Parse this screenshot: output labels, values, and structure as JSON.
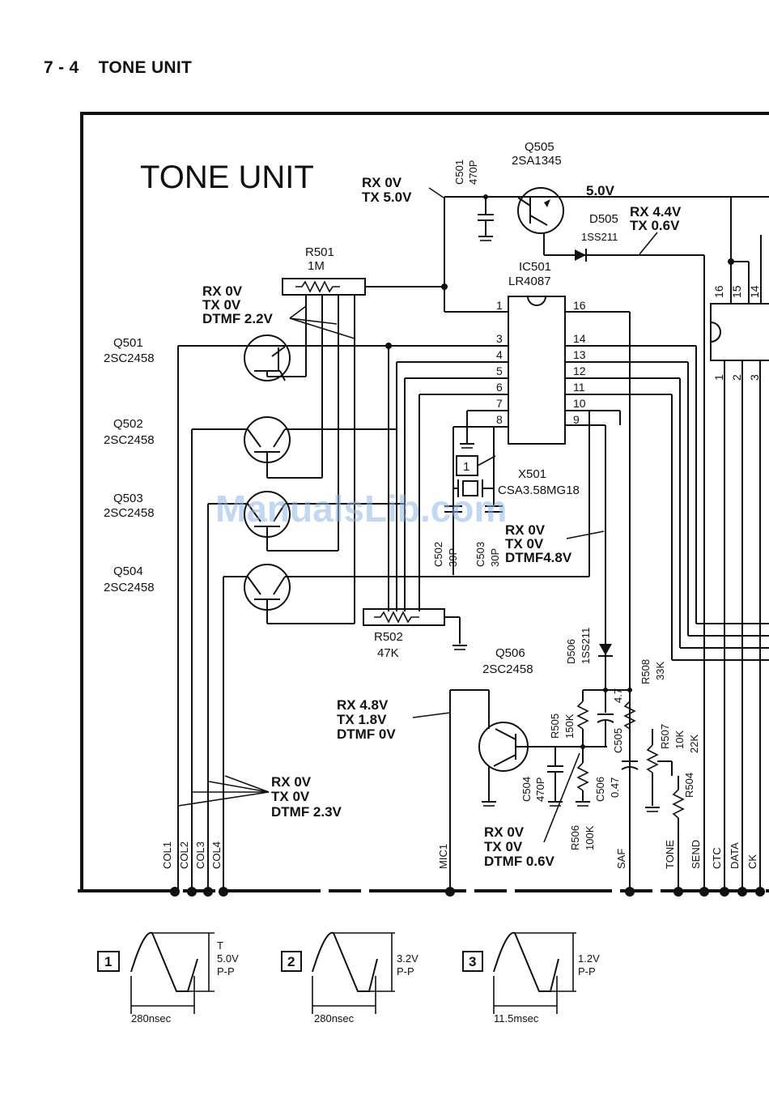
{
  "header": {
    "number": "7 - 4",
    "title": "TONE UNIT"
  },
  "diagram_title": "TONE UNIT",
  "watermark": "ManualsLib.com",
  "components": {
    "q505": {
      "ref": "Q505",
      "part": "2SA1345"
    },
    "c501": {
      "ref": "C501",
      "value": "470P"
    },
    "d505": {
      "ref": "D505",
      "part": "1SS211"
    },
    "r501": {
      "ref": "R501",
      "value": "1M"
    },
    "ic501": {
      "ref": "IC501",
      "part": "LR4087"
    },
    "q501": {
      "ref": "Q501",
      "part": "2SC2458"
    },
    "q502": {
      "ref": "Q502",
      "part": "2SC2458"
    },
    "q503": {
      "ref": "Q503",
      "part": "2SC2458"
    },
    "q504": {
      "ref": "Q504",
      "part": "2SC2458"
    },
    "x501": {
      "ref": "X501",
      "part": "CSA3.58MG18"
    },
    "c502": {
      "ref": "C502",
      "value": "39P"
    },
    "c503": {
      "ref": "C503",
      "value": "30P"
    },
    "r502": {
      "ref": "R502",
      "value": "47K"
    },
    "q506": {
      "ref": "Q506",
      "part": "2SC2458"
    },
    "d506": {
      "ref": "D506",
      "part": "1SS211"
    },
    "r508": {
      "ref": "R508",
      "value": "33K"
    },
    "r505": {
      "ref": "R505",
      "value": "150K"
    },
    "c505": {
      "ref": "C505",
      "value": "4.7"
    },
    "r507": {
      "ref": "R507",
      "value": "10K"
    },
    "c504": {
      "ref": "C504",
      "value": "470P"
    },
    "c506": {
      "ref": "C506",
      "value": "0.47"
    },
    "r504": {
      "ref": "R504",
      "value": "22K"
    },
    "r506": {
      "ref": "R506",
      "value": "100K"
    }
  },
  "voltages": {
    "supply_in": [
      "RX 0V",
      "TX 5.0V"
    ],
    "rail": "5.0V",
    "d505_note": [
      "RX 4.4V",
      "TX 0.6V"
    ],
    "r501_note": [
      "RX 0V",
      "TX 0V",
      "DTMF 2.2V"
    ],
    "pin9_note": [
      "RX 0V",
      "TX 0V",
      "DTMF4.8V"
    ],
    "mic_note": [
      "RX 4.8V",
      "TX 1.8V",
      "DTMF 0V"
    ],
    "col_note": [
      "RX 0V",
      "TX 0V",
      "DTMF 2.3V"
    ],
    "q506_note": [
      "RX 0V",
      "TX 0V",
      "DTMF 0.6V"
    ]
  },
  "ic_pins_left": [
    "1",
    "3",
    "4",
    "5",
    "6",
    "7",
    "8"
  ],
  "ic_pins_right": [
    "16",
    "14",
    "13",
    "12",
    "11",
    "10",
    "9"
  ],
  "connector_pins_top": [
    "16",
    "15",
    "14"
  ],
  "connector_pins_bottom": [
    "1",
    "2",
    "3"
  ],
  "markers": {
    "m1": "1"
  },
  "bottom_labels": [
    "COL1",
    "COL2",
    "COL3",
    "COL4",
    "MIC1",
    "SAF",
    "TONE",
    "SEND",
    "CTC",
    "DATA",
    "CK"
  ],
  "waveforms": [
    {
      "index": "1",
      "amp_line1": "T",
      "amp_line2": "5.0V",
      "amp_line3": "P-P",
      "period": "280nsec"
    },
    {
      "index": "2",
      "amp_line1": "",
      "amp_line2": "3.2V",
      "amp_line3": "P-P",
      "period": "280nsec"
    },
    {
      "index": "3",
      "amp_line1": "",
      "amp_line2": "1.2V",
      "amp_line3": "P-P",
      "period": "11.5msec"
    }
  ]
}
